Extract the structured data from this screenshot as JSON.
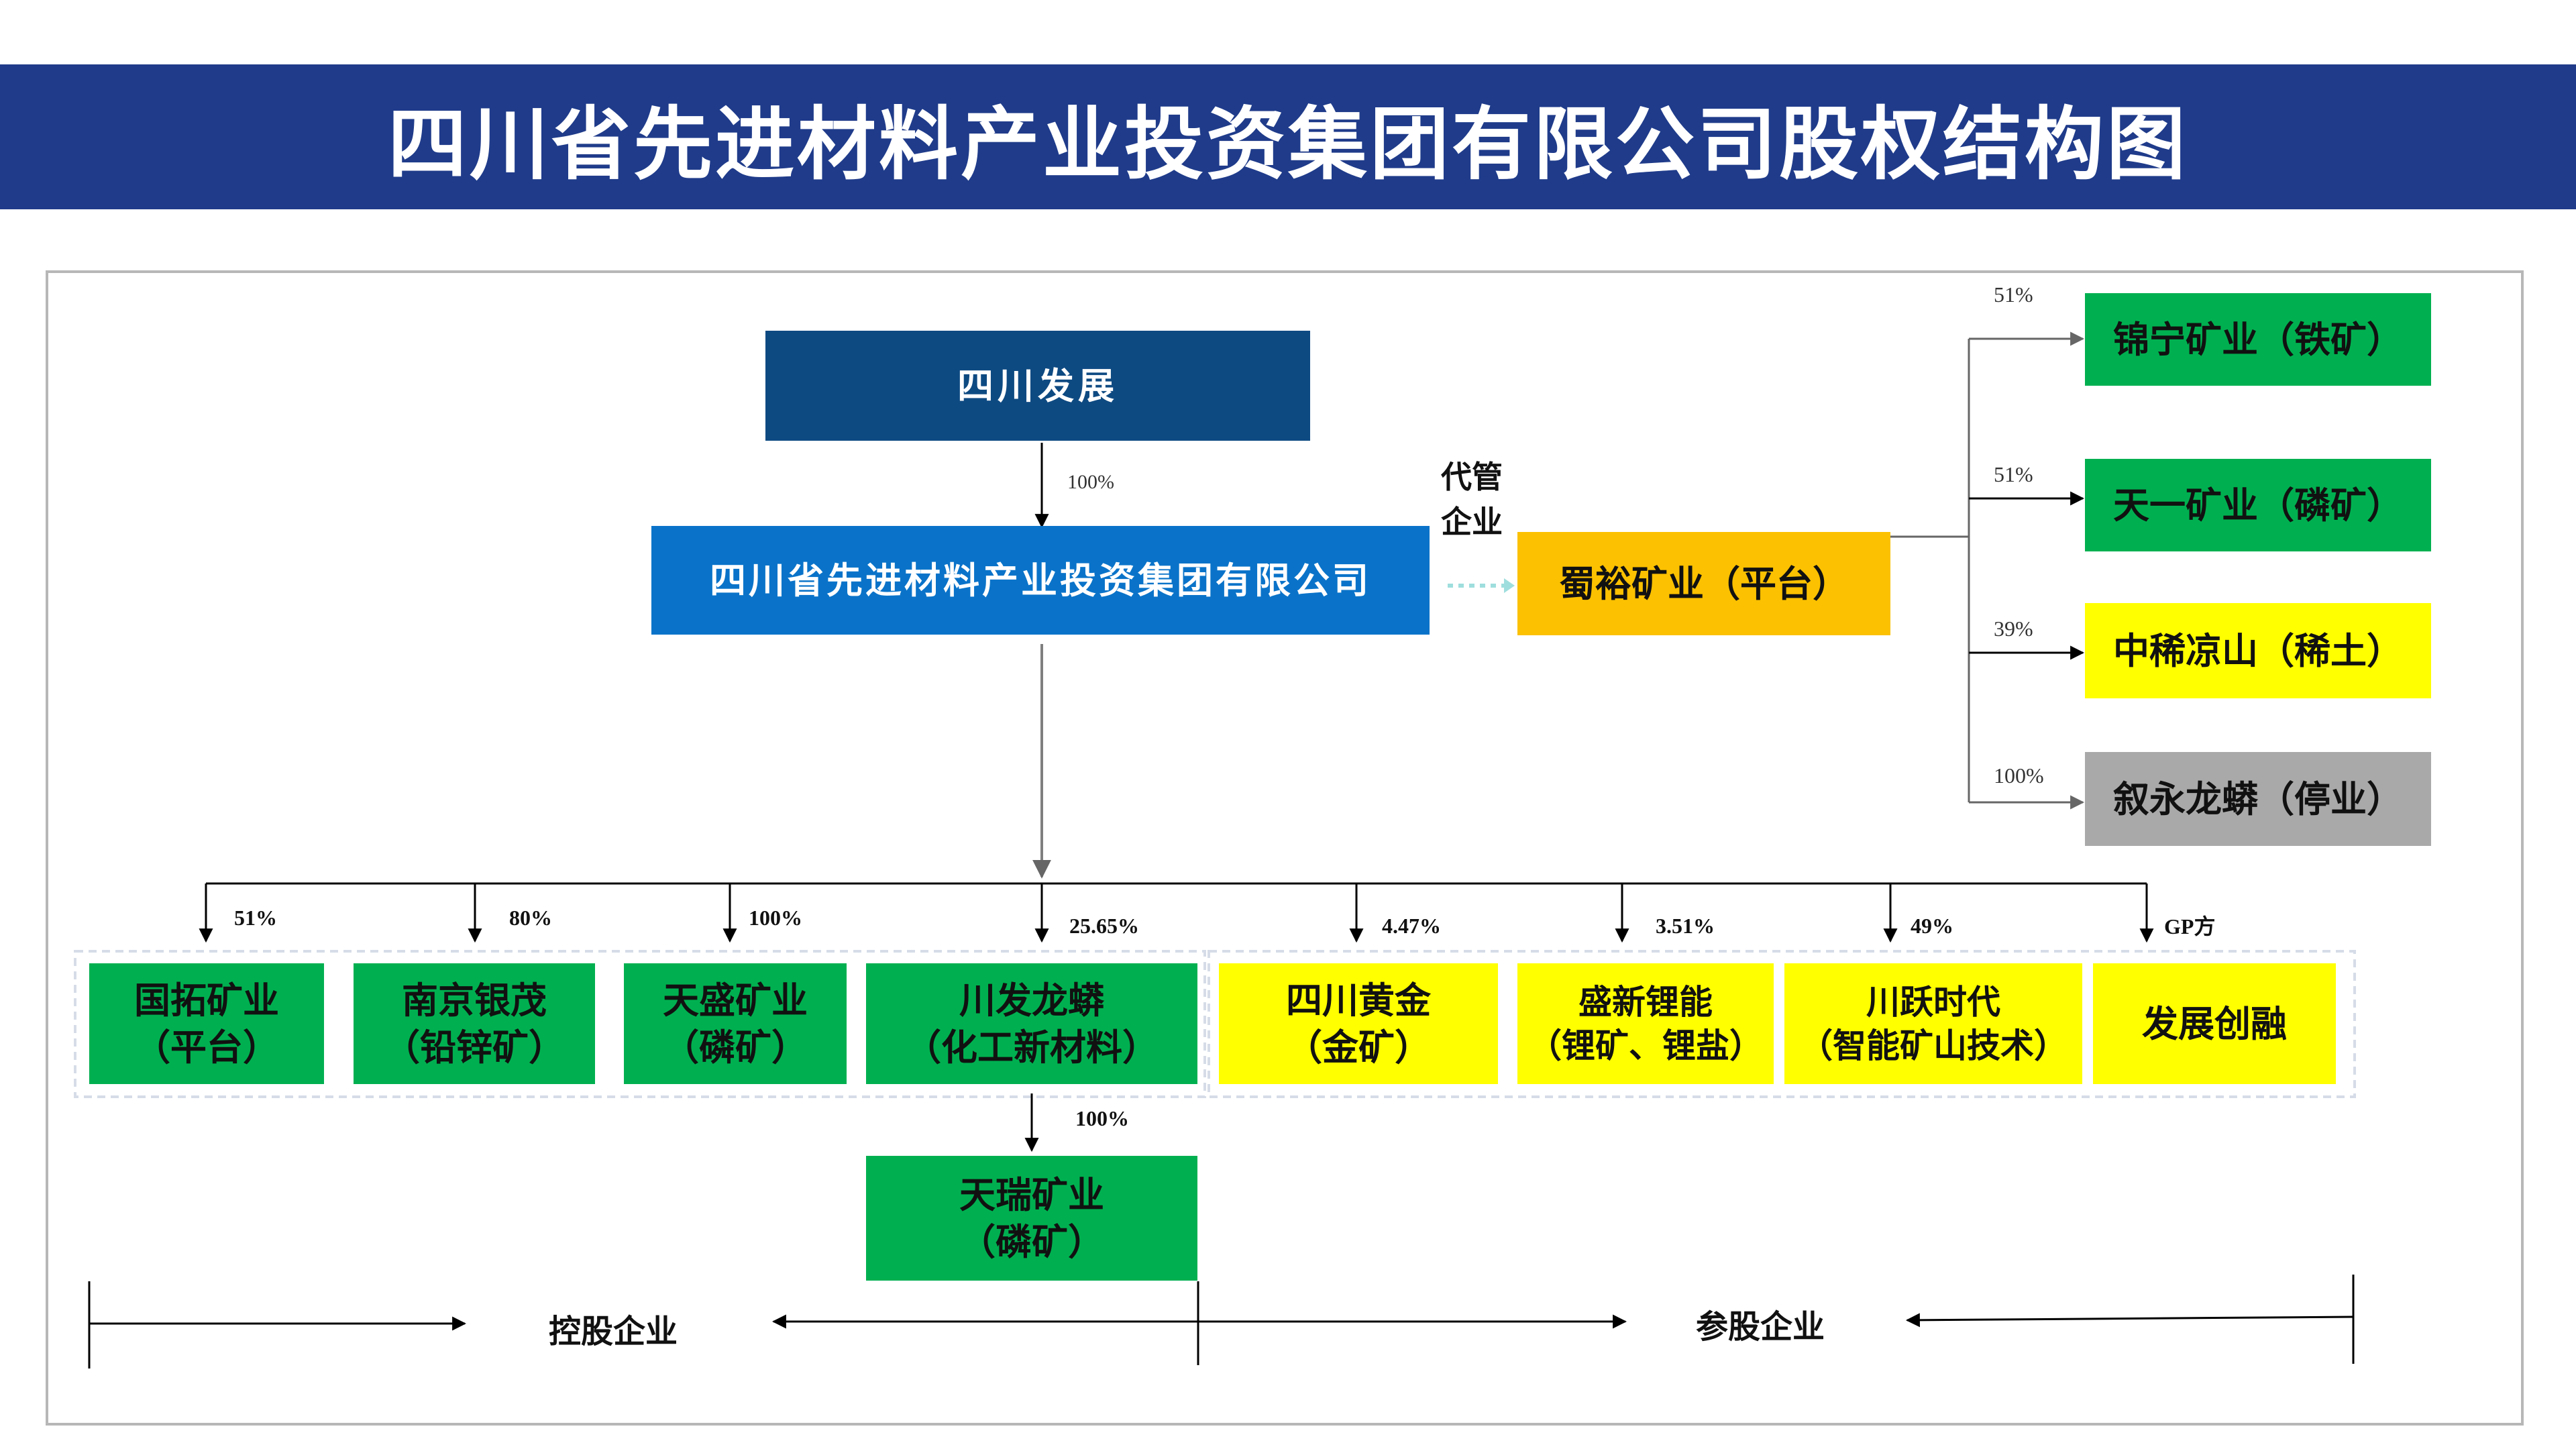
{
  "title": "四川省先进材料产业投资集团有限公司股权结构图",
  "parent": "四川发展",
  "parent_pct": "100%",
  "group": "四川省先进材料产业投资集团有限公司",
  "managed_label": [
    "代管",
    "企业"
  ],
  "platform": "蜀裕矿业（平台）",
  "platform_subs": [
    {
      "pct": "51%",
      "name": "锦宁矿业（铁矿）",
      "color": "#00b050"
    },
    {
      "pct": "51%",
      "name": "天一矿业（磷矿）",
      "color": "#00b050"
    },
    {
      "pct": "39%",
      "name": "中稀凉山（稀土）",
      "color": "#ffff00"
    },
    {
      "pct": "100%",
      "name": "叙永龙蟒（停业）",
      "color": "#a9a9a9"
    }
  ],
  "subsidiaries": [
    {
      "pct": "51%",
      "line1": "国拓矿业",
      "line2": "（平台）",
      "color": "#00b050"
    },
    {
      "pct": "80%",
      "line1": "南京银茂",
      "line2": "（铅锌矿）",
      "color": "#00b050"
    },
    {
      "pct": "100%",
      "line1": "天盛矿业",
      "line2": "（磷矿）",
      "color": "#00b050"
    },
    {
      "pct": "25.65%",
      "line1": "川发龙蟒",
      "line2": "（化工新材料）",
      "color": "#00b050"
    },
    {
      "pct": "4.47%",
      "line1": "四川黄金",
      "line2": "（金矿）",
      "color": "#ffff00"
    },
    {
      "pct": "3.51%",
      "line1": "盛新锂能",
      "line2": "（锂矿、锂盐）",
      "color": "#ffff00"
    },
    {
      "pct": "49%",
      "line1": "川跃时代",
      "line2": "（智能矿山技术）",
      "color": "#ffff00"
    },
    {
      "pct": "GP方",
      "line1": "发展创融",
      "line2": "",
      "color": "#ffff00"
    }
  ],
  "sub_sub": {
    "pct": "100%",
    "line1": "天瑞矿业",
    "line2": "（磷矿）"
  },
  "legend": {
    "controlling": "控股企业",
    "participating": "参股企业"
  },
  "colors": {
    "banner": "#1f3b8a",
    "navy": "#0e4a82",
    "blue": "#0a73c9",
    "orange": "#fcc100",
    "green": "#00b050",
    "yellow": "#ffff00",
    "gray": "#a9a9a9"
  }
}
